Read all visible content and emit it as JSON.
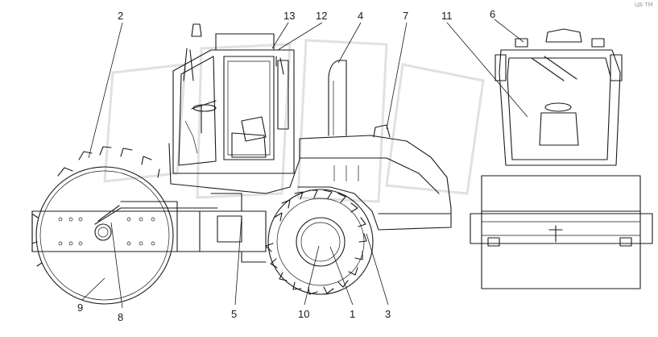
{
  "figure": {
    "watermark_corner": "ЦБ ТМ",
    "callouts": [
      {
        "id": "c2",
        "label": "2"
      },
      {
        "id": "c13",
        "label": "13"
      },
      {
        "id": "c12",
        "label": "12"
      },
      {
        "id": "c4",
        "label": "4"
      },
      {
        "id": "c7",
        "label": "7"
      },
      {
        "id": "c11",
        "label": "11"
      },
      {
        "id": "c6",
        "label": "6"
      },
      {
        "id": "c9",
        "label": "9"
      },
      {
        "id": "c8",
        "label": "8"
      },
      {
        "id": "c5",
        "label": "5"
      },
      {
        "id": "c10",
        "label": "10"
      },
      {
        "id": "c1",
        "label": "1"
      },
      {
        "id": "c3",
        "label": "3"
      }
    ]
  }
}
